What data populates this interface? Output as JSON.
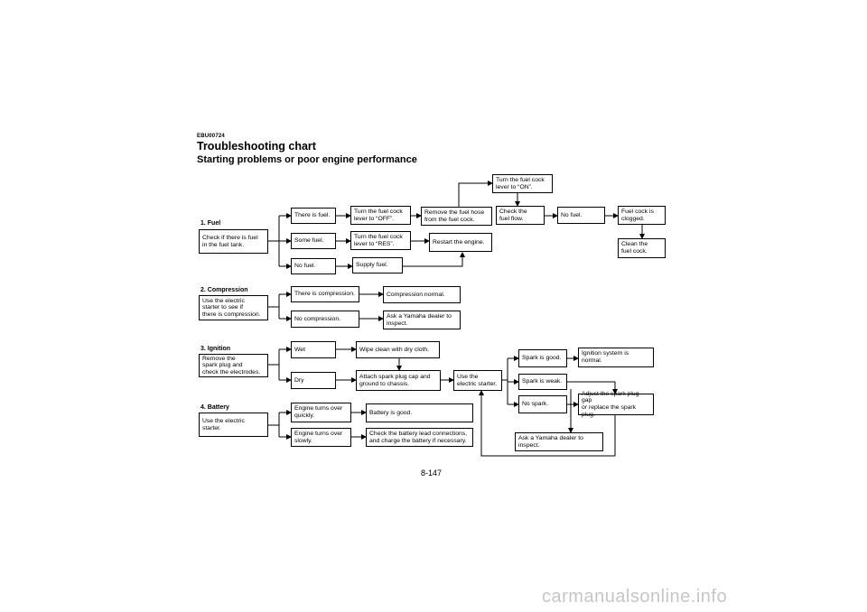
{
  "header": {
    "code": "EBU00724",
    "title": "Troubleshooting chart",
    "subtitle": "Starting problems or poor engine performance"
  },
  "sections": {
    "fuel": "1. Fuel",
    "compression": "2. Compression",
    "ignition": "3. Ignition",
    "battery": "4. Battery"
  },
  "boxes": {
    "check_fuel": "Check if there is fuel\nin the fuel tank.",
    "there_is_fuel": "There is fuel.",
    "some_fuel": "Some fuel.",
    "no_fuel": "No fuel.",
    "turn_off": "Turn the fuel cock\nlever to “OFF”.",
    "turn_res": "Turn the fuel cock\nlever to “RES”.",
    "supply_fuel": "Supply fuel.",
    "remove_hose": "Remove the fuel hose\nfrom the fuel cock.",
    "restart": "Restart the engine.",
    "turn_on": "Turn the fuel cock\nlever to “ON”.",
    "check_flow": "Check the\nfuel flow.",
    "no_fuel_2": "No fuel.",
    "clogged": "Fuel cock is\nclogged.",
    "clean": "Clean the\nfuel cock.",
    "use_starter_comp": "Use the electric\nstarter to see if\nthere is compression.",
    "there_is_comp": "There is compression.",
    "no_comp": "No compression.",
    "comp_normal": "Compression normal.",
    "ask_dealer_1": "Ask a Yamaha dealer to\ninspect.",
    "remove_plug": "Remove the\nspark plug and\ncheck the electrodes.",
    "wet": "Wet",
    "dry": "Dry",
    "wipe": "Wipe clean with dry cloth.",
    "attach": "Attach spark plug cap and\nground to chassis.",
    "use_starter_ign": "Use the\nelectric starter.",
    "spark_good": "Spark is good.",
    "spark_weak": "Spark is weak.",
    "no_spark": "No spark.",
    "ign_normal": "Ignition system is\nnormal.",
    "adjust_gap": "Adjust the spark plug gap\nor replace the spark plug.",
    "ask_dealer_2": "Ask a Yamaha dealer to\ninspect.",
    "use_starter_bat": "Use the electric starter.",
    "turns_quick": "Engine turns over\nquickly.",
    "turns_slow": "Engine turns over\nslowly.",
    "battery_good": "Battery is good.",
    "check_battery": "Check the battery lead connections,\nand charge the battery if necessary."
  },
  "footer": {
    "page_number": "8-147",
    "watermark": "carmanualsonline.info"
  }
}
